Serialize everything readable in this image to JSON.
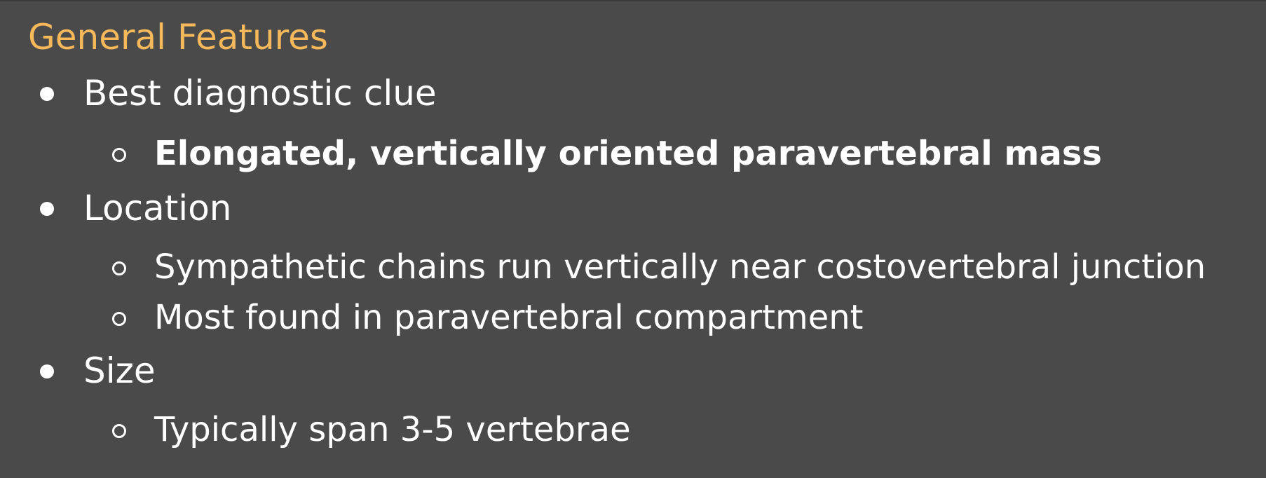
{
  "slide": {
    "title": "General Features",
    "items": [
      {
        "label": "Best diagnostic clue",
        "children": [
          {
            "label": "Elongated, vertically oriented paravertebral mass",
            "bold": true
          }
        ]
      },
      {
        "label": "Location",
        "children": [
          {
            "label": "Sympathetic chains run vertically near costovertebral junction",
            "bold": false
          },
          {
            "label": "Most found in paravertebral compartment",
            "bold": false
          }
        ]
      },
      {
        "label": "Size",
        "children": [
          {
            "label": "Typically span 3-5 vertebrae",
            "bold": false
          }
        ]
      }
    ]
  },
  "colors": {
    "background": "#4a4a4a",
    "title": "#f5b85a",
    "text": "#ffffff"
  }
}
